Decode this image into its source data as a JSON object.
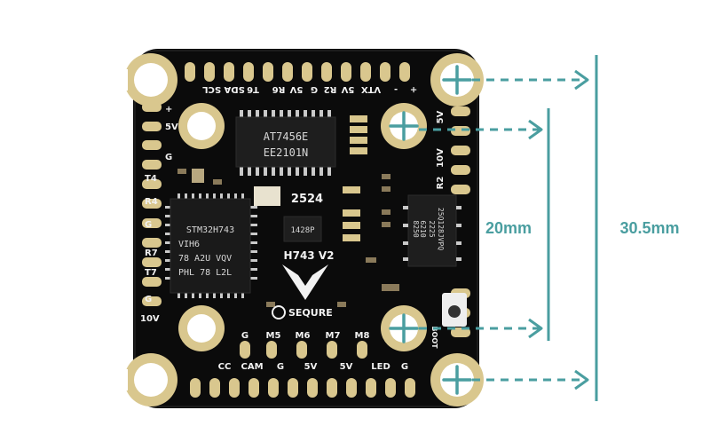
{
  "board": {
    "model_label": "H743 V2",
    "brand": "SEQURE",
    "batch_label": "2524",
    "mcu": {
      "line1": "STM32H743",
      "line2": "VIH6",
      "line3": "78 A2U VQV",
      "line4": "PHL 78 L2L"
    },
    "max_chip": {
      "line1": "AT7456E",
      "line2": "EE2101N"
    },
    "flash_chip": {
      "line1": "25Q128JVPQ",
      "line2": "2225",
      "line3": "6210",
      "line4": "8250"
    },
    "small_chip": {
      "line1": "1428P"
    },
    "top_pads": [
      "SDA SCL",
      "T6",
      "R6",
      "5V",
      "G",
      "R2",
      "5V",
      "VTX",
      "-",
      "+"
    ],
    "left_pads": [
      "+",
      "5V",
      "G",
      "T4",
      "R4",
      "G",
      "R7",
      "T7",
      "G",
      "10V"
    ],
    "right_pads": [
      "5V",
      "10V",
      "R2"
    ],
    "bottom_upper_pads": [
      "G",
      "M5",
      "M6",
      "M7",
      "M8"
    ],
    "bottom_lower_pads": [
      "CC",
      "CAM",
      "G",
      "5V",
      "5V",
      "LED",
      "G"
    ],
    "boot_label": "BOOT"
  },
  "measurements": {
    "inner": "20mm",
    "outer": "30.5mm"
  },
  "colors": {
    "pcb": "#0b0b0b",
    "gold": "#d9c78e",
    "silkscreen": "#f2f2f2",
    "measure_lines": "#4a9ea0"
  }
}
